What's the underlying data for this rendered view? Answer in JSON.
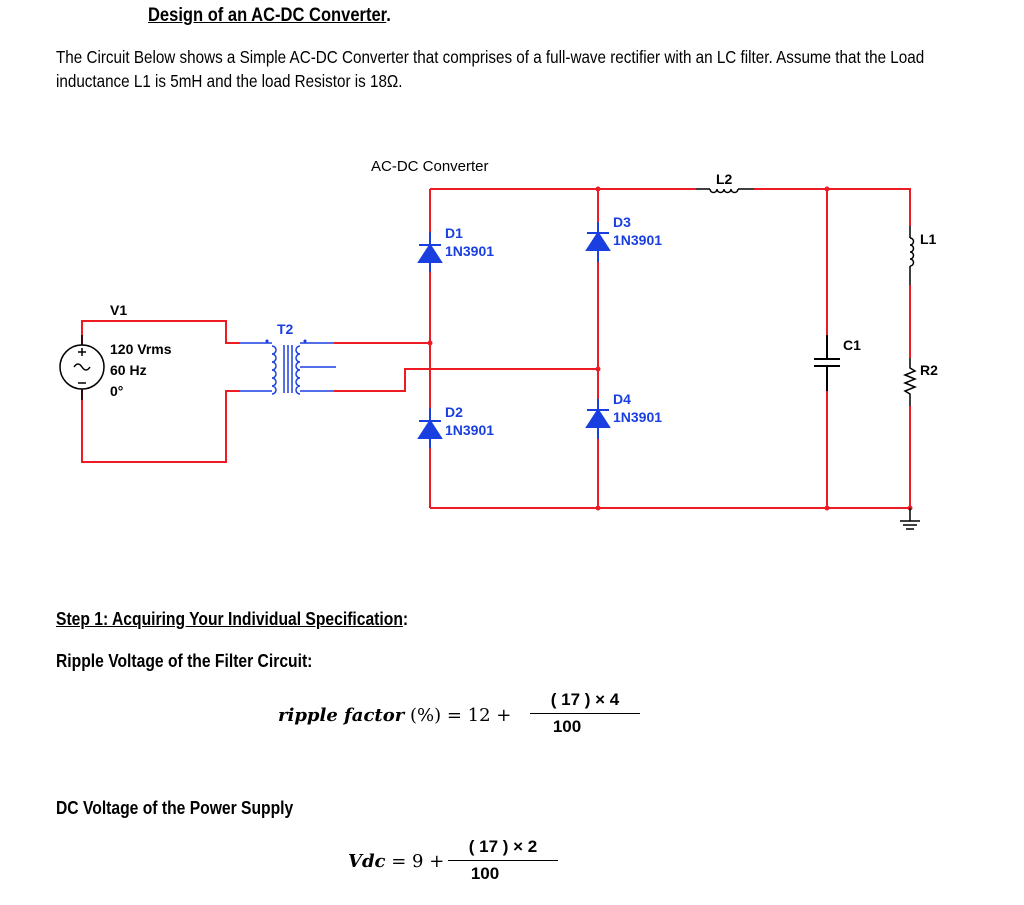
{
  "title": "Design of an AC-DC Converter",
  "title_suffix": ".",
  "intro": {
    "line1": "The Circuit Below shows a Simple AC-DC Converter that comprises of a full-wave rectifier with an LC filter. Assume that the Load",
    "line2": "inductance L1 is 5mH and the load Resistor is 18Ω."
  },
  "circuit": {
    "title": "AC-DC Converter",
    "source": {
      "name": "V1",
      "voltage": "120 Vrms",
      "frequency": "60 Hz",
      "phase": "0°"
    },
    "transformer": "T2",
    "diodes": [
      {
        "name": "D1",
        "part": "1N3901"
      },
      {
        "name": "D2",
        "part": "1N3901"
      },
      {
        "name": "D3",
        "part": "1N3901"
      },
      {
        "name": "D4",
        "part": "1N3901"
      }
    ],
    "inductor_filter": "L2",
    "capacitor": "C1",
    "load_inductor": "L1",
    "load_resistor": "R2",
    "colors": {
      "wire": "#ed1c24",
      "component_blue": "#1a3fe0",
      "component_black": "#000000"
    }
  },
  "step1": {
    "heading": "Step 1: Acquiring Your Individual Specification",
    "colon": ":"
  },
  "ripple": {
    "label": "Ripple Voltage of the Filter Circuit:",
    "lhs_italic": "ripple factor",
    "lhs_rest": " (%) = 12 +",
    "numerator": "( 17 )  × 4",
    "denominator": "100"
  },
  "dc": {
    "label": "DC Voltage of the Power Supply",
    "lhs_italic": "Vdc",
    "lhs_rest": " = 9 +",
    "numerator": "( 17 )  × 2",
    "denominator": "100"
  }
}
